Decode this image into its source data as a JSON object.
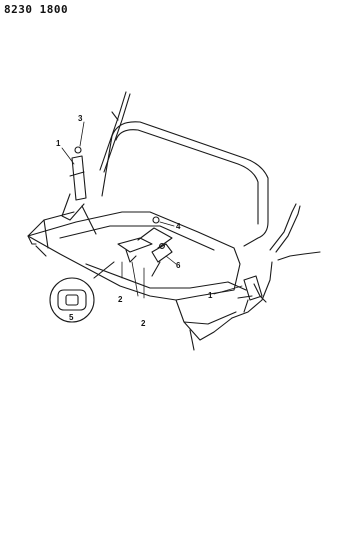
{
  "figure_code": "8230 1800",
  "callouts": {
    "c1a": "1",
    "c1b": "1",
    "c2a": "2",
    "c2b": "2",
    "c3": "3",
    "c4": "4",
    "c5": "5",
    "c6": "6"
  }
}
